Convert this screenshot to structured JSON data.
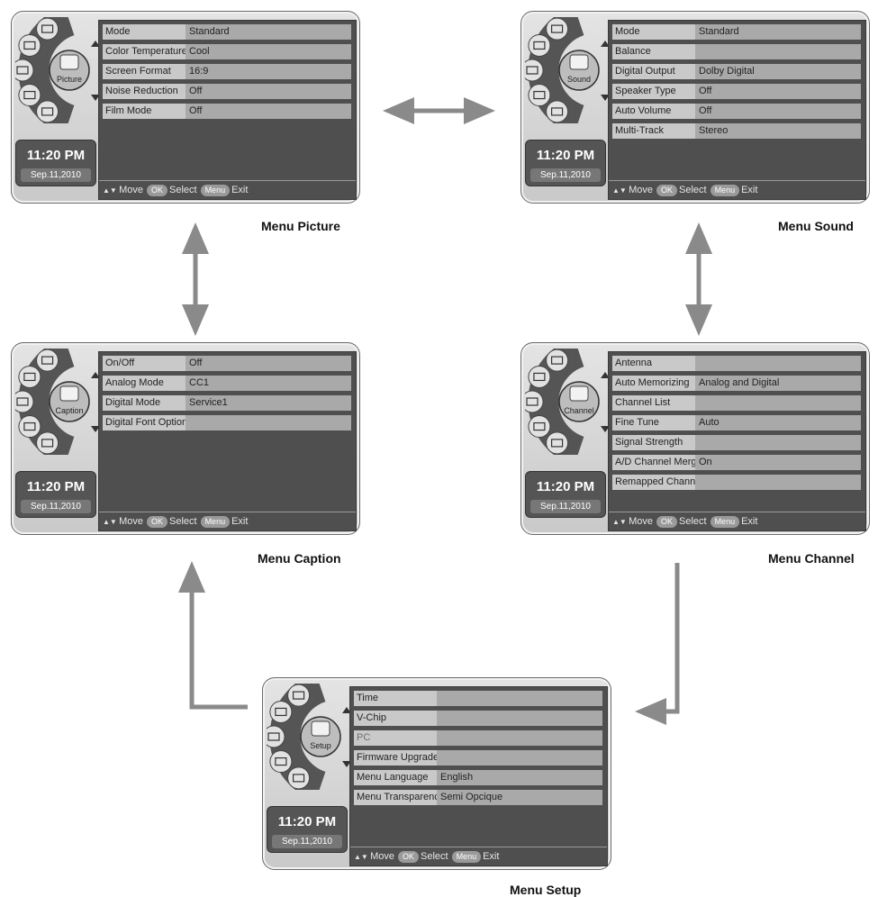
{
  "screens": [
    {
      "id": "picture",
      "title": "Menu Picture",
      "icon_label": "Picture",
      "clock": {
        "time": "11:20 PM",
        "date": "Sep.11,2010"
      },
      "rows": [
        {
          "label": "Mode",
          "value": "Standard"
        },
        {
          "label": "Color Temperature",
          "value": "Cool"
        },
        {
          "label": "Screen Format",
          "value": "16:9"
        },
        {
          "label": "Noise Reduction",
          "value": "Off"
        },
        {
          "label": "Film Mode",
          "value": "Off"
        }
      ]
    },
    {
      "id": "sound",
      "title": "Menu Sound",
      "icon_label": "Sound",
      "clock": {
        "time": "11:20 PM",
        "date": "Sep.11,2010"
      },
      "rows": [
        {
          "label": "Mode",
          "value": "Standard"
        },
        {
          "label": "Balance",
          "value": ""
        },
        {
          "label": "Digital Output",
          "value": "Dolby Digital"
        },
        {
          "label": "Speaker Type",
          "value": "Off"
        },
        {
          "label": "Auto Volume",
          "value": "Off"
        },
        {
          "label": "Multi-Track",
          "value": "Stereo"
        }
      ]
    },
    {
      "id": "caption",
      "title": "Menu Caption",
      "icon_label": "Caption",
      "clock": {
        "time": "11:20 PM",
        "date": "Sep.11,2010"
      },
      "rows": [
        {
          "label": "On/Off",
          "value": "Off"
        },
        {
          "label": "Analog Mode",
          "value": "CC1"
        },
        {
          "label": "Digital Mode",
          "value": "Service1"
        },
        {
          "label": "Digital Font Option",
          "value": ""
        }
      ]
    },
    {
      "id": "channel",
      "title": "Menu Channel",
      "icon_label": "Channel",
      "clock": {
        "time": "11:20 PM",
        "date": "Sep.11,2010"
      },
      "rows": [
        {
          "label": "Antenna",
          "value": ""
        },
        {
          "label": "Auto Memorizing",
          "value": "Analog and Digital"
        },
        {
          "label": "Channel List",
          "value": ""
        },
        {
          "label": "Fine Tune",
          "value": "Auto"
        },
        {
          "label": "Signal Strength",
          "value": ""
        },
        {
          "label": "A/D Channel Merge",
          "value": "On"
        },
        {
          "label": "Remapped Channel",
          "value": ""
        }
      ]
    },
    {
      "id": "setup",
      "title": "Menu Setup",
      "icon_label": "Setup",
      "clock": {
        "time": "11:20 PM",
        "date": "Sep.11,2010"
      },
      "rows": [
        {
          "label": "Time",
          "value": ""
        },
        {
          "label": "V-Chip",
          "value": ""
        },
        {
          "label": "PC",
          "value": "",
          "disabled": true
        },
        {
          "label": "Firmware Upgrade",
          "value": ""
        },
        {
          "label": "Menu Language",
          "value": "English"
        },
        {
          "label": "Menu Transparency",
          "value": "Semi Opcique"
        }
      ]
    }
  ],
  "footer": {
    "move": "Move",
    "ok": "OK",
    "select": "Select",
    "menu": "Menu",
    "exit": "Exit"
  },
  "colors": {
    "arrow": "#8a8a8a",
    "panel_bg": "#d6d6d6",
    "menu_bg": "#4f4f4f",
    "label_cell": "#c9c9c9",
    "value_cell": "#a9a9a9"
  }
}
